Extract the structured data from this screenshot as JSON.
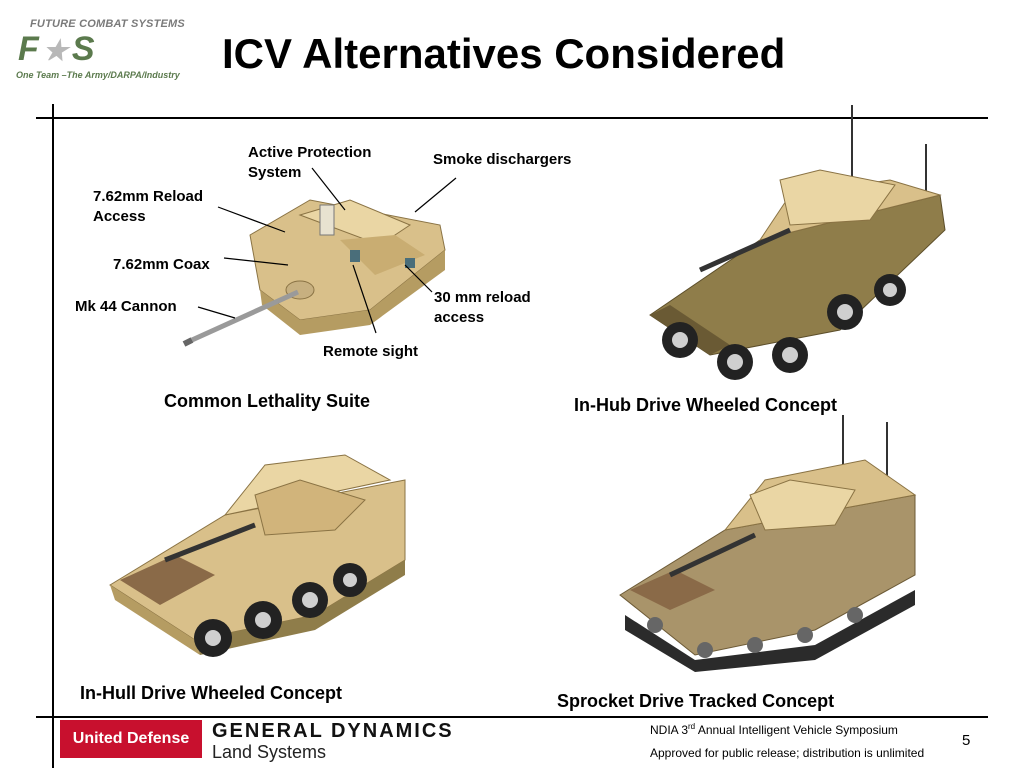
{
  "logo": {
    "top_text": "FUTURE COMBAT SYSTEMS",
    "big_left": "F",
    "big_right": "S",
    "sub_text": "One Team –The Army/DARPA/Industry"
  },
  "title": "ICV Alternatives Considered",
  "callouts": {
    "active_protection": "Active Protection",
    "active_protection_2": "System",
    "smoke": "Smoke dischargers",
    "reload_762": "7.62mm Reload",
    "reload_762_2": "Access",
    "coax": "7.62mm Coax",
    "mk44": "Mk 44 Cannon",
    "reload_30": "30 mm reload",
    "reload_30_2": "access",
    "remote_sight": "Remote sight"
  },
  "captions": {
    "lethality": "Common Lethality Suite",
    "in_hub": "In-Hub Drive Wheeled Concept",
    "in_hull": "In-Hull Drive Wheeled Concept",
    "sprocket": "Sprocket Drive Tracked Concept"
  },
  "footer": {
    "united_defense": "United Defense",
    "gd_title": "GENERAL DYNAMICS",
    "gd_sub": "Land Systems",
    "event_prefix": "NDIA 3",
    "event_sup": "rd",
    "event_suffix": " Annual Intelligent Vehicle Symposium",
    "release": "Approved for public release; distribution is unlimited",
    "page": "5"
  },
  "colors": {
    "tan": "#d9c08a",
    "tan_light": "#ead6a4",
    "olive": "#8f7d4a",
    "brown": "#7a5a3c",
    "accent_red": "#c8102e",
    "logo_green": "#5b7a4d"
  }
}
